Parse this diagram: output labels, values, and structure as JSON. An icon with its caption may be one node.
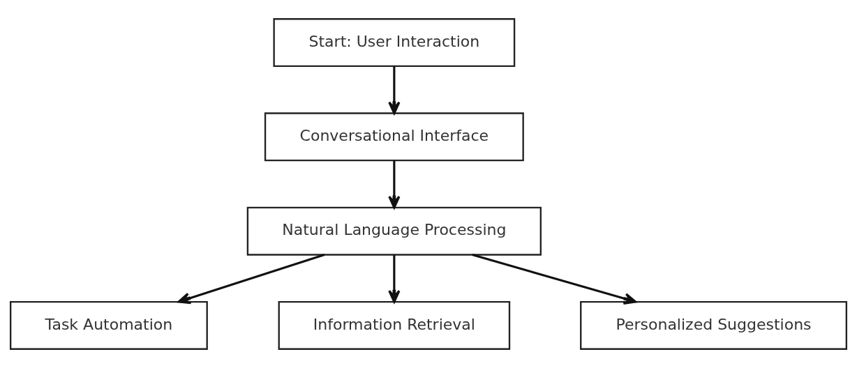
{
  "diagram": {
    "nodes": [
      {
        "text": [
          "Start: User Interaction"
        ]
      },
      {
        "text": [
          "Conversational Interface"
        ]
      },
      {
        "text": [
          "Natural Language Processing"
        ]
      },
      {
        "text": [
          "Task Automation"
        ]
      },
      {
        "text": [
          "Information Retrieval"
        ]
      },
      {
        "text": [
          "Personalized Suggestions"
        ]
      }
    ],
    "edges": [
      {
        "from": 0,
        "to": 1,
        "arrow": "to"
      },
      {
        "from": 1,
        "to": 2,
        "arrow": "to"
      },
      {
        "from": 2,
        "to": 3,
        "arrow": "to"
      },
      {
        "from": 2,
        "to": 4,
        "arrow": "to"
      },
      {
        "from": 2,
        "to": 5,
        "arrow": "to"
      }
    ]
  }
}
